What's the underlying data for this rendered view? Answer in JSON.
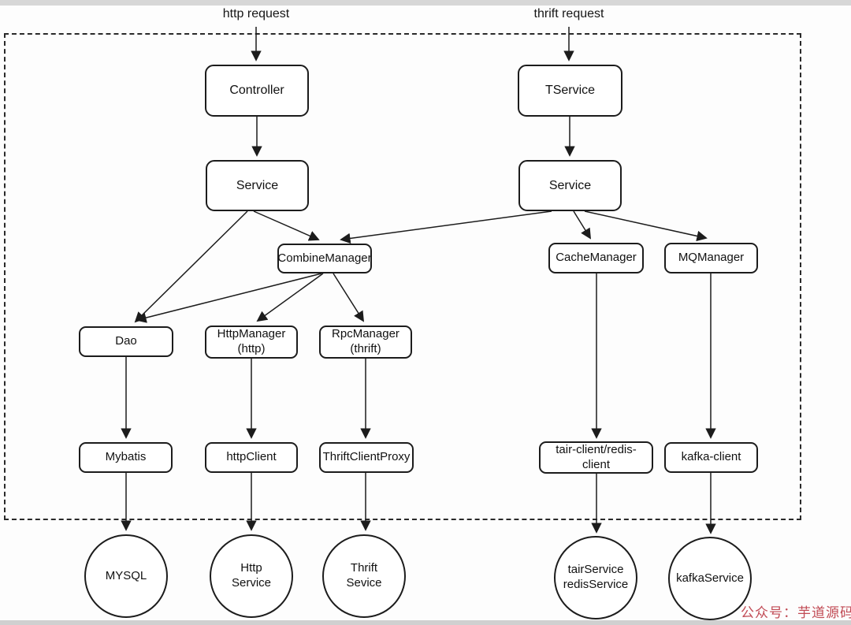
{
  "labels": {
    "http_request": "http request",
    "thrift_request": "thrift request"
  },
  "nodes": {
    "controller": "Controller",
    "tservice": "TService",
    "service_left": "Service",
    "service_right": "Service",
    "combine_manager": "CombineManager",
    "cache_manager": "CacheManager",
    "mq_manager": "MQManager",
    "dao": "Dao",
    "http_manager": "HttpManager\n(http)",
    "rpc_manager": "RpcManager\n(thrift)",
    "mybatis": "Mybatis",
    "http_client": "httpClient",
    "thrift_client_proxy": "ThriftClientProxy",
    "tair_redis_client": "tair-client/redis-\nclient",
    "kafka_client": "kafka-client",
    "mysql": "MYSQL",
    "http_service": "Http\nService",
    "thrift_service": "Thrift\nSevice",
    "tair_redis_service": "tairService\nredisService",
    "kafka_service": "kafkaService"
  },
  "edges": [
    {
      "from": "http-request",
      "to": "controller"
    },
    {
      "from": "thrift-request",
      "to": "tservice"
    },
    {
      "from": "controller",
      "to": "service-left"
    },
    {
      "from": "tservice",
      "to": "service-right"
    },
    {
      "from": "service-left",
      "to": "combine-manager"
    },
    {
      "from": "service-left",
      "to": "dao"
    },
    {
      "from": "service-right",
      "to": "combine-manager"
    },
    {
      "from": "service-right",
      "to": "cache-manager"
    },
    {
      "from": "service-right",
      "to": "mq-manager"
    },
    {
      "from": "combine-manager",
      "to": "dao"
    },
    {
      "from": "combine-manager",
      "to": "http-manager"
    },
    {
      "from": "combine-manager",
      "to": "rpc-manager"
    },
    {
      "from": "dao",
      "to": "mybatis"
    },
    {
      "from": "http-manager",
      "to": "http-client"
    },
    {
      "from": "rpc-manager",
      "to": "thrift-client-proxy"
    },
    {
      "from": "cache-manager",
      "to": "tair-redis-client"
    },
    {
      "from": "mq-manager",
      "to": "kafka-client"
    },
    {
      "from": "mybatis",
      "to": "mysql"
    },
    {
      "from": "http-client",
      "to": "http-service"
    },
    {
      "from": "thrift-client-proxy",
      "to": "thrift-service"
    },
    {
      "from": "tair-redis-client",
      "to": "tair-redis-service"
    },
    {
      "from": "kafka-client",
      "to": "kafka-service"
    }
  ],
  "watermark": {
    "text": "公众号：芋道源码",
    "color": "#c14a54"
  }
}
